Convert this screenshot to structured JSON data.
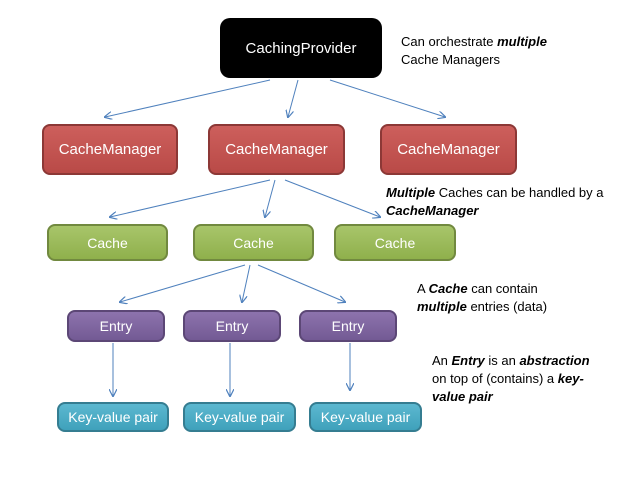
{
  "provider": {
    "label": "CachingProvider"
  },
  "managers": [
    {
      "label": "CacheManager"
    },
    {
      "label": "CacheManager"
    },
    {
      "label": "CacheManager"
    }
  ],
  "caches": [
    {
      "label": "Cache"
    },
    {
      "label": "Cache"
    },
    {
      "label": "Cache"
    }
  ],
  "entries": [
    {
      "label": "Entry"
    },
    {
      "label": "Entry"
    },
    {
      "label": "Entry"
    }
  ],
  "pairs": [
    {
      "label": "Key-value pair"
    },
    {
      "label": "Key-value pair"
    },
    {
      "label": "Key-value pair"
    }
  ],
  "notes": {
    "provider": {
      "p1": "Can orchestrate ",
      "em1": "multiple",
      "p2": "Cache Managers"
    },
    "manager": {
      "em1": "Multiple",
      "p1": " Caches can be handled by a",
      "em2": "CacheManager"
    },
    "cache": {
      "p1": "A ",
      "em1": "Cache",
      "p2": " can contain",
      "em2": "multiple",
      "p3": " entries (data)"
    },
    "entry": {
      "p1": "An ",
      "em1": "Entry",
      "p2": " is an ",
      "em2": "abstraction",
      "p3": "on top of (contains) a ",
      "em3": "key-",
      "em4": "value pair"
    }
  },
  "colors": {
    "provider": "#000000",
    "manager": "#c0504d",
    "cache": "#9bbb59",
    "entry": "#8064a2",
    "pair": "#4bacc6",
    "connector": "#4f81bd"
  }
}
